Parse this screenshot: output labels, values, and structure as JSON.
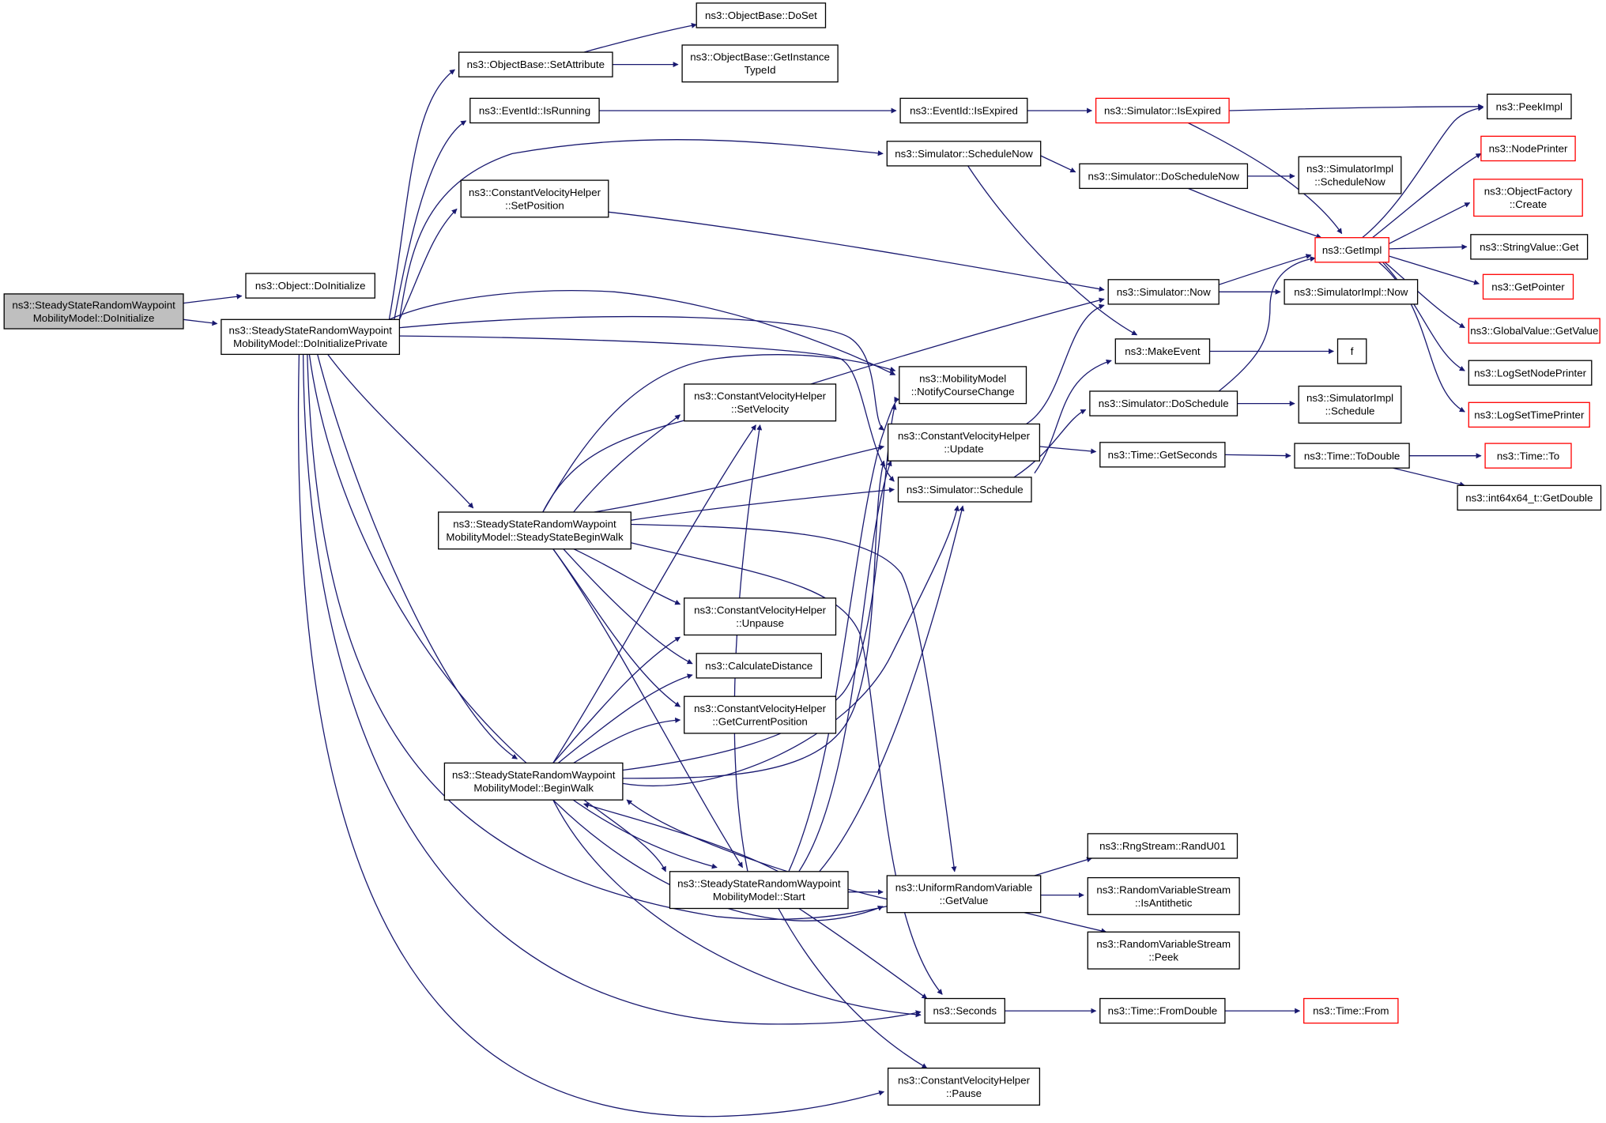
{
  "diagram": {
    "colors": {
      "edge": "#191970",
      "root_fill": "#bfbfbf",
      "truncated_border": "#ff0000",
      "node_border": "#000000"
    },
    "nodes": [
      {
        "id": "n_root",
        "lines": [
          "ns3::SteadyStateRandomWaypoint",
          "MobilityModel::DoInitialize"
        ],
        "style": "root"
      },
      {
        "id": "n_objinit",
        "lines": [
          "ns3::Object::DoInitialize"
        ],
        "style": "normal"
      },
      {
        "id": "n_doinitp",
        "lines": [
          "ns3::SteadyStateRandomWaypoint",
          "MobilityModel::DoInitializePrivate"
        ],
        "style": "normal"
      },
      {
        "id": "n_setattr",
        "lines": [
          "ns3::ObjectBase::SetAttribute"
        ],
        "style": "normal"
      },
      {
        "id": "n_doset",
        "lines": [
          "ns3::ObjectBase::DoSet"
        ],
        "style": "normal"
      },
      {
        "id": "n_getinst",
        "lines": [
          "ns3::ObjectBase::GetInstance",
          "TypeId"
        ],
        "style": "normal"
      },
      {
        "id": "n_isrun",
        "lines": [
          "ns3::EventId::IsRunning"
        ],
        "style": "normal"
      },
      {
        "id": "n_isexp",
        "lines": [
          "ns3::EventId::IsExpired"
        ],
        "style": "normal"
      },
      {
        "id": "n_simisexp",
        "lines": [
          "ns3::Simulator::IsExpired"
        ],
        "style": "red"
      },
      {
        "id": "n_peek",
        "lines": [
          "ns3::PeekImpl"
        ],
        "style": "normal"
      },
      {
        "id": "n_schednow",
        "lines": [
          "ns3::Simulator::ScheduleNow"
        ],
        "style": "normal"
      },
      {
        "id": "n_dosched_now",
        "lines": [
          "ns3::Simulator::DoScheduleNow"
        ],
        "style": "normal"
      },
      {
        "id": "n_implschednow",
        "lines": [
          "ns3::SimulatorImpl",
          "::ScheduleNow"
        ],
        "style": "normal"
      },
      {
        "id": "n_nodeprinter",
        "lines": [
          "ns3::NodePrinter"
        ],
        "style": "red"
      },
      {
        "id": "n_objfact",
        "lines": [
          "ns3::ObjectFactory",
          "::Create"
        ],
        "style": "red"
      },
      {
        "id": "n_getimpl",
        "lines": [
          "ns3::GetImpl"
        ],
        "style": "red"
      },
      {
        "id": "n_strget",
        "lines": [
          "ns3::StringValue::Get"
        ],
        "style": "normal"
      },
      {
        "id": "n_getptr",
        "lines": [
          "ns3::GetPointer"
        ],
        "style": "red"
      },
      {
        "id": "n_globget",
        "lines": [
          "ns3::GlobalValue::GetValue"
        ],
        "style": "red"
      },
      {
        "id": "n_lognode",
        "lines": [
          "ns3::LogSetNodePrinter"
        ],
        "style": "normal"
      },
      {
        "id": "n_logtime",
        "lines": [
          "ns3::LogSetTimePrinter"
        ],
        "style": "red"
      },
      {
        "id": "n_cvhsetpos",
        "lines": [
          "ns3::ConstantVelocityHelper",
          "::SetPosition"
        ],
        "style": "normal"
      },
      {
        "id": "n_simnow",
        "lines": [
          "ns3::Simulator::Now"
        ],
        "style": "normal"
      },
      {
        "id": "n_implnow",
        "lines": [
          "ns3::SimulatorImpl::Now"
        ],
        "style": "normal"
      },
      {
        "id": "n_makeev",
        "lines": [
          "ns3::MakeEvent"
        ],
        "style": "normal"
      },
      {
        "id": "n_f",
        "lines": [
          "f"
        ],
        "style": "normal"
      },
      {
        "id": "n_notify",
        "lines": [
          "ns3::MobilityModel",
          "::NotifyCourseChange"
        ],
        "style": "normal"
      },
      {
        "id": "n_setvel",
        "lines": [
          "ns3::ConstantVelocityHelper",
          "::SetVelocity"
        ],
        "style": "normal"
      },
      {
        "id": "n_dosched",
        "lines": [
          "ns3::Simulator::DoSchedule"
        ],
        "style": "normal"
      },
      {
        "id": "n_implsched",
        "lines": [
          "ns3::SimulatorImpl",
          "::Schedule"
        ],
        "style": "normal"
      },
      {
        "id": "n_cvhupd",
        "lines": [
          "ns3::ConstantVelocityHelper",
          "::Update"
        ],
        "style": "normal"
      },
      {
        "id": "n_getsec",
        "lines": [
          "ns3::Time::GetSeconds"
        ],
        "style": "normal"
      },
      {
        "id": "n_todouble",
        "lines": [
          "ns3::Time::ToDouble"
        ],
        "style": "normal"
      },
      {
        "id": "n_timeto",
        "lines": [
          "ns3::Time::To"
        ],
        "style": "red"
      },
      {
        "id": "n_simsched",
        "lines": [
          "ns3::Simulator::Schedule"
        ],
        "style": "normal"
      },
      {
        "id": "n_int64",
        "lines": [
          "ns3::int64x64_t::GetDouble"
        ],
        "style": "normal"
      },
      {
        "id": "n_beginwalkss",
        "lines": [
          "ns3::SteadyStateRandomWaypoint",
          "MobilityModel::SteadyStateBeginWalk"
        ],
        "style": "normal"
      },
      {
        "id": "n_unpause",
        "lines": [
          "ns3::ConstantVelocityHelper",
          "::Unpause"
        ],
        "style": "normal"
      },
      {
        "id": "n_calcdist",
        "lines": [
          "ns3::CalculateDistance"
        ],
        "style": "normal"
      },
      {
        "id": "n_getcur",
        "lines": [
          "ns3::ConstantVelocityHelper",
          "::GetCurrentPosition"
        ],
        "style": "normal"
      },
      {
        "id": "n_beginwalk",
        "lines": [
          "ns3::SteadyStateRandomWaypoint",
          "MobilityModel::BeginWalk"
        ],
        "style": "normal"
      },
      {
        "id": "n_randu01",
        "lines": [
          "ns3::RngStream::RandU01"
        ],
        "style": "normal"
      },
      {
        "id": "n_start",
        "lines": [
          "ns3::SteadyStateRandomWaypoint",
          "MobilityModel::Start"
        ],
        "style": "normal"
      },
      {
        "id": "n_urvget",
        "lines": [
          "ns3::UniformRandomVariable",
          "::GetValue"
        ],
        "style": "normal"
      },
      {
        "id": "n_isanti",
        "lines": [
          "ns3::RandomVariableStream",
          "::IsAntithetic"
        ],
        "style": "normal"
      },
      {
        "id": "n_rvspeek",
        "lines": [
          "ns3::RandomVariableStream",
          "::Peek"
        ],
        "style": "normal"
      },
      {
        "id": "n_seconds",
        "lines": [
          "ns3::Seconds"
        ],
        "style": "normal"
      },
      {
        "id": "n_fromdbl",
        "lines": [
          "ns3::Time::FromDouble"
        ],
        "style": "normal"
      },
      {
        "id": "n_timefrom",
        "lines": [
          "ns3::Time::From"
        ],
        "style": "red"
      },
      {
        "id": "n_pause",
        "lines": [
          "ns3::ConstantVelocityHelper",
          "::Pause"
        ],
        "style": "normal"
      }
    ]
  }
}
